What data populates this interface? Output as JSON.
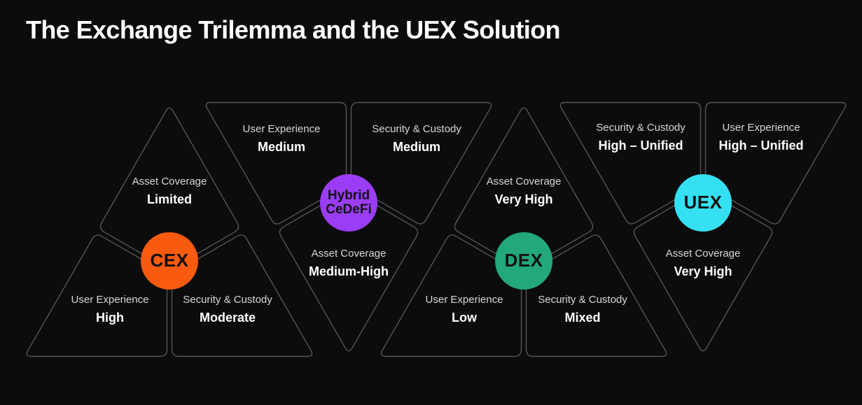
{
  "title": "The Exchange Trilemma and the UEX Solution",
  "colors": {
    "background": "#0c0c0d",
    "outline": "#565656",
    "label_text": "#d8d8d8",
    "value_text": "#ffffff",
    "node_text": "#111111"
  },
  "groups": [
    {
      "id": "cex",
      "name": "CEX",
      "color": "#f85a10",
      "attributes": [
        {
          "label": "Asset Coverage",
          "value": "Limited"
        },
        {
          "label": "User Experience",
          "value": "High"
        },
        {
          "label": "Security & Custody",
          "value": "Moderate"
        }
      ]
    },
    {
      "id": "hybrid-cedefi",
      "name": "Hybrid CeDeFi",
      "color": "#9a3df5",
      "attributes": [
        {
          "label": "User Experience",
          "value": "Medium"
        },
        {
          "label": "Security & Custody",
          "value": "Medium"
        },
        {
          "label": "Asset Coverage",
          "value": "Medium-High"
        }
      ]
    },
    {
      "id": "dex",
      "name": "DEX",
      "color": "#22a87b",
      "attributes": [
        {
          "label": "Asset Coverage",
          "value": "Very High"
        },
        {
          "label": "User Experience",
          "value": "Low"
        },
        {
          "label": "Security & Custody",
          "value": "Mixed"
        }
      ]
    },
    {
      "id": "uex",
      "name": "UEX",
      "color": "#35e0f2",
      "attributes": [
        {
          "label": "Security & Custody",
          "value": "High – Unified"
        },
        {
          "label": "User Experience",
          "value": "High – Unified"
        },
        {
          "label": "Asset Coverage",
          "value": "Very High"
        }
      ]
    }
  ]
}
